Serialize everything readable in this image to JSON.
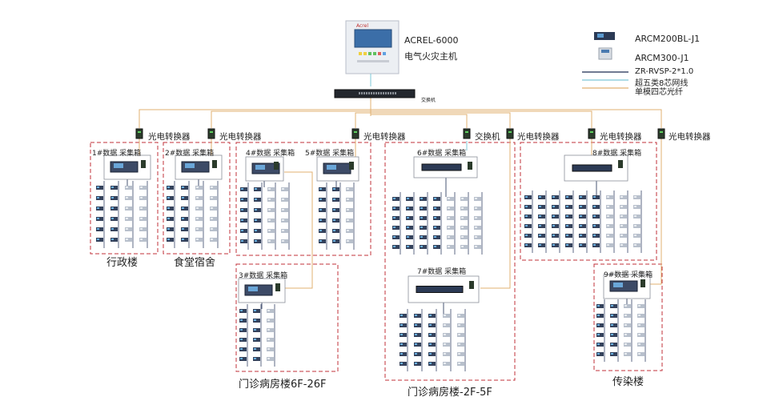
{
  "host": {
    "name": "ACREL-6000",
    "desc": "电气火灾主机",
    "brand": "Acrel"
  },
  "core_switch_label": "交换机",
  "legend": {
    "device_1": "ARCM200BL-J1",
    "device_2": "ARCM300-J1",
    "line_1": "ZR-RVSP-2*1.0",
    "line_2": "超五类8芯网线",
    "line_3": "单模四芯光纤"
  },
  "colors": {
    "bus_line": "#1a2a50",
    "network_line": "#7ec8d8",
    "fiber_line": "#e0b070",
    "zone_border": "#c0303a"
  },
  "converters": [
    {
      "label": "光电转换器"
    },
    {
      "label": "光电转换器"
    },
    {
      "label": "光电转换器"
    },
    {
      "label": "交换机"
    },
    {
      "label": "光电转换器"
    },
    {
      "label": "光电转换器"
    },
    {
      "label": "光电转换器"
    }
  ],
  "boxes": [
    {
      "label": "1#数据 采集箱"
    },
    {
      "label": "2#数据 采集箱"
    },
    {
      "label": "4#数据 采集箱"
    },
    {
      "label": "5#数据 采集箱"
    },
    {
      "label": "3#数据 采集箱"
    },
    {
      "label": "6#数据 采集箱"
    },
    {
      "label": "7#数据 采集箱"
    },
    {
      "label": "8#数据 采集箱"
    },
    {
      "label": "9#数据 采集箱"
    }
  ],
  "buildings": [
    {
      "label": "行政楼"
    },
    {
      "label": "食堂宿舍"
    },
    {
      "label": "门诊病房楼6F-26F"
    },
    {
      "label": "门诊病房楼-2F-5F"
    },
    {
      "label": "传染楼"
    }
  ]
}
